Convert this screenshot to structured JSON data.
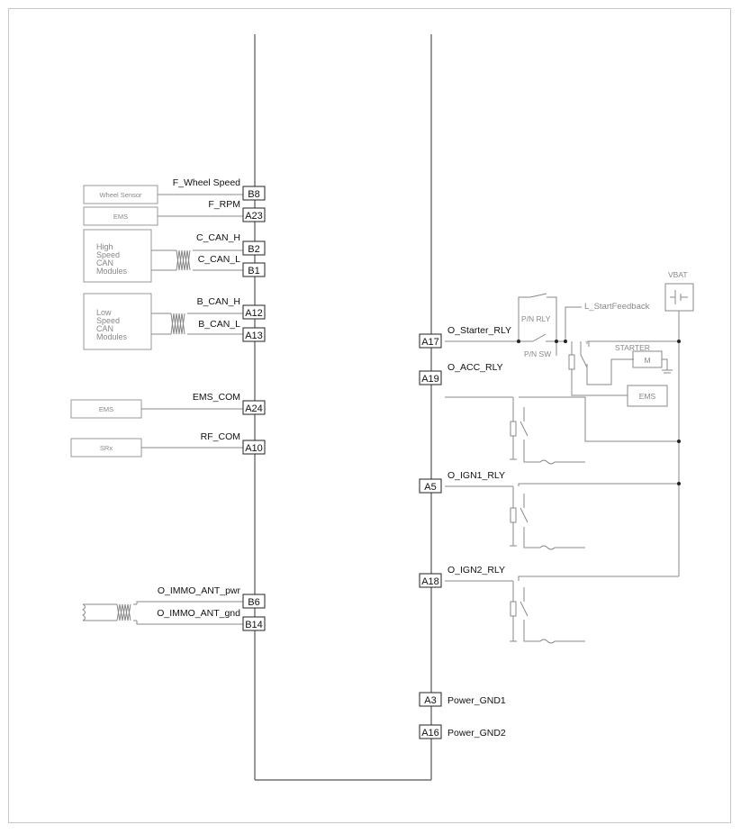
{
  "left_pins": [
    {
      "pin": "B8",
      "signal": "F_Wheel Speed"
    },
    {
      "pin": "A23",
      "signal": "F_RPM"
    },
    {
      "pin": "B2",
      "signal": "C_CAN_H"
    },
    {
      "pin": "B1",
      "signal": "C_CAN_L"
    },
    {
      "pin": "A12",
      "signal": "B_CAN_H"
    },
    {
      "pin": "A13",
      "signal": "B_CAN_L"
    },
    {
      "pin": "A24",
      "signal": "EMS_COM"
    },
    {
      "pin": "A10",
      "signal": "RF_COM"
    },
    {
      "pin": "B6",
      "signal": "O_IMMO_ANT_pwr"
    },
    {
      "pin": "B14",
      "signal": "O_IMMO_ANT_gnd"
    }
  ],
  "right_pins": [
    {
      "pin": "A17",
      "signal": "O_Starter_RLY"
    },
    {
      "pin": "A19",
      "signal": "O_ACC_RLY"
    },
    {
      "pin": "A5",
      "signal": "O_IGN1_RLY"
    },
    {
      "pin": "A18",
      "signal": "O_IGN2_RLY"
    },
    {
      "pin": "A3",
      "signal": "Power_GND1"
    },
    {
      "pin": "A16",
      "signal": "Power_GND2"
    }
  ],
  "modules": {
    "wheel_sensor": "Wheel Sensor",
    "ems_rpm": "EMS",
    "high_speed_can": [
      "High",
      "Speed",
      "CAN",
      "Modules"
    ],
    "low_speed_can": [
      "Low",
      "Speed",
      "CAN",
      "Modules"
    ],
    "ems_com": "EMS",
    "srx": "SRx",
    "ems_starter": "EMS"
  },
  "starter_circuit": {
    "pn_rly": "P/N RLY",
    "pn_sw": "P/N SW",
    "start_feedback": "L_StartFeedback",
    "starter": "STARTER",
    "motor": "M",
    "vbat": "VBAT"
  },
  "colors": {
    "ecu_line": "#555555",
    "circuit_line": "#888888",
    "pin_border": "#222222"
  }
}
